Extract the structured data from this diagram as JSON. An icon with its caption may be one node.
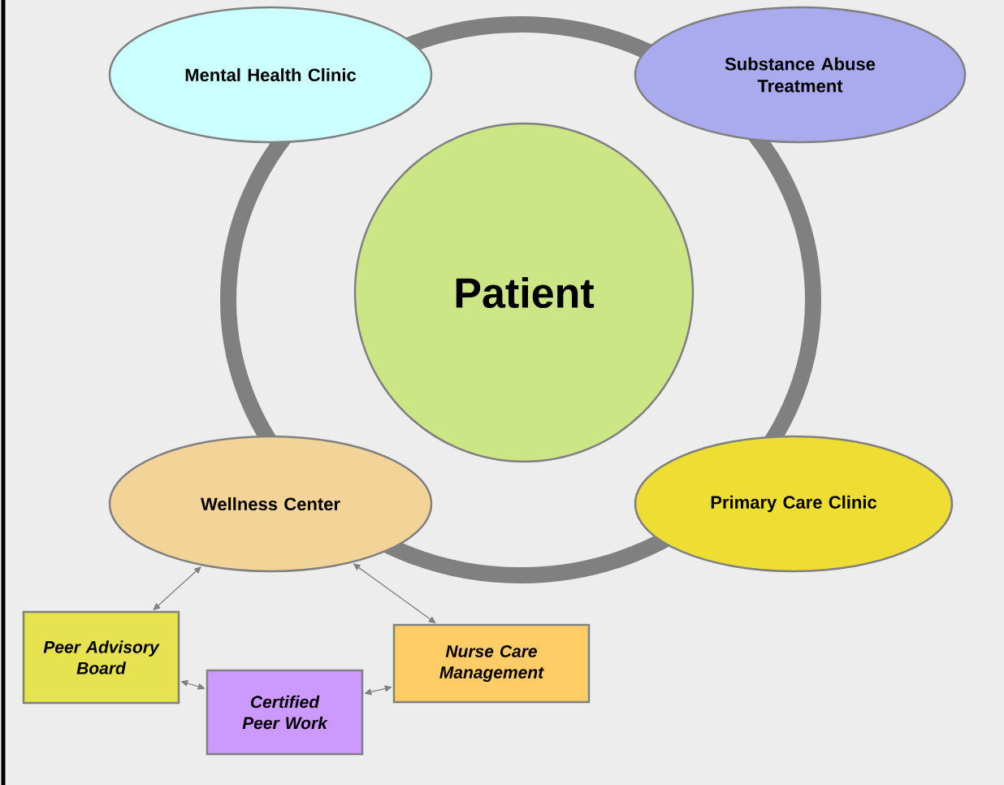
{
  "diagram": {
    "nodes": [
      {
        "text": [
          "Patient"
        ]
      },
      {
        "text": [
          "Mental Health Clinic"
        ]
      },
      {
        "text": [
          "Substance Abuse Treatment"
        ]
      },
      {
        "text": [
          "Wellness Center"
        ]
      },
      {
        "text": [
          "Primary Care Clinic"
        ]
      },
      {
        "text": [
          "Peer Advisory Board"
        ]
      },
      {
        "text": [
          "Certified Peer Work"
        ]
      },
      {
        "text": [
          "Nurse Care Management"
        ]
      }
    ],
    "edges": [
      {
        "from": 3,
        "to": 5,
        "arrow": "both"
      },
      {
        "from": 3,
        "to": 7,
        "arrow": "both"
      },
      {
        "from": 5,
        "to": 6,
        "arrow": "both"
      },
      {
        "from": 6,
        "to": 7,
        "arrow": "both"
      }
    ]
  }
}
